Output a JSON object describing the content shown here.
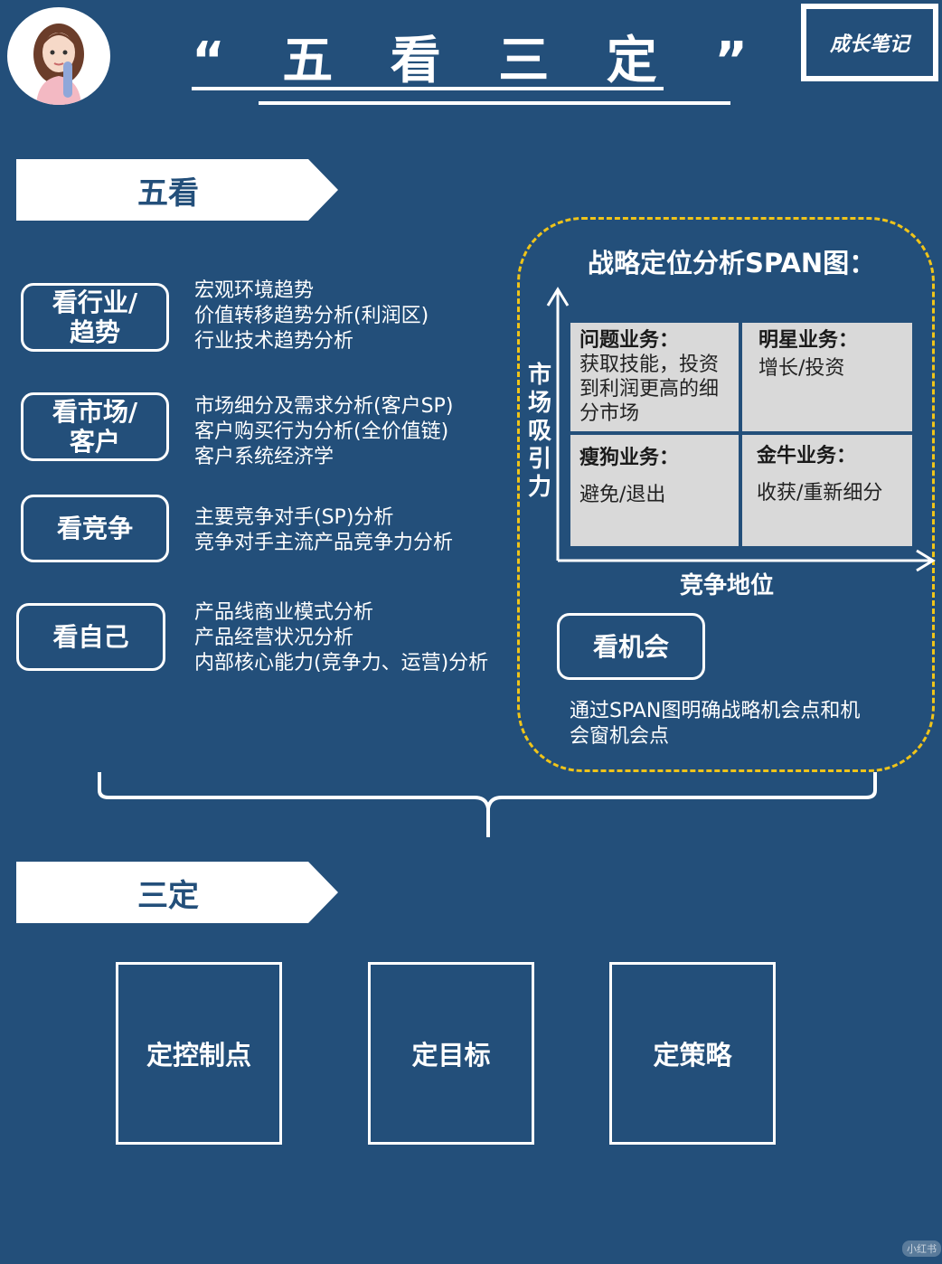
{
  "title": "“ 五 看 三 定 ”",
  "brand": "成长笔记",
  "five_looks": {
    "heading": "五看",
    "items": [
      {
        "label_lines": [
          "看行业/",
          "趋势"
        ],
        "desc": [
          "宏观环境趋势",
          "价值转移趋势分析(利润区)",
          "行业技术趋势分析"
        ]
      },
      {
        "label_lines": [
          "看市场/",
          "客户"
        ],
        "desc": [
          "市场细分及需求分析(客户SP)",
          "客户购买行为分析(全价值链)",
          "客户系统经济学"
        ]
      },
      {
        "label_lines": [
          "看竞争"
        ],
        "desc": [
          "主要竞争对手(SP)分析",
          "竞争对手主流产品竞争力分析"
        ]
      },
      {
        "label_lines": [
          "看自己"
        ],
        "desc": [
          "产品线商业模式分析",
          "产品经营状况分析",
          "内部核心能力(竞争力、运营)分析"
        ]
      }
    ]
  },
  "span": {
    "title": "战略定位分析SPAN图：",
    "y_axis": "市场吸引力",
    "x_axis": "竞争地位",
    "quadrants": {
      "top_left": {
        "title": "问题业务：",
        "body": "获取技能，投资到利润更高的细分市场"
      },
      "top_right": {
        "title": "明星业务：",
        "body": "增长/投资"
      },
      "bottom_left": {
        "title": "瘦狗业务：",
        "body": "避免/退出"
      },
      "bottom_right": {
        "title": "金牛业务：",
        "body": "收获/重新细分"
      }
    },
    "opportunity_label": "看机会",
    "opportunity_desc": [
      "通过SPAN图明确战略机会点和机",
      "会窗机会点"
    ]
  },
  "three_decisions": {
    "heading": "三定",
    "items": [
      "定控制点",
      "定目标",
      "定策略"
    ]
  },
  "watermark": "小红书",
  "colors": {
    "background": "#234f7a",
    "accent_dash": "#f0c419",
    "quadrant": "#d9d9d9"
  }
}
